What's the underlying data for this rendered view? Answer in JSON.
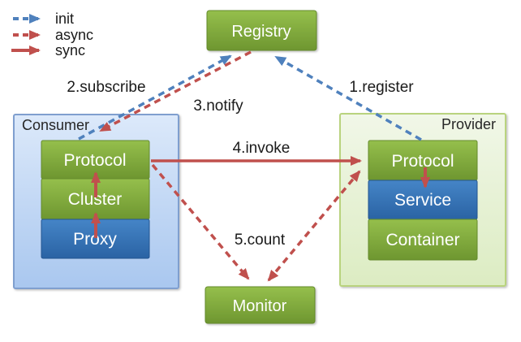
{
  "legend": {
    "init": "init",
    "async": "async",
    "sync": "sync"
  },
  "nodes": {
    "registry": "Registry",
    "monitor": "Monitor",
    "consumer": {
      "label": "Consumer",
      "protocol": "Protocol",
      "cluster": "Cluster",
      "proxy": "Proxy"
    },
    "provider": {
      "label": "Provider",
      "protocol": "Protocol",
      "service": "Service",
      "container": "Container"
    }
  },
  "edges": {
    "register": "1.register",
    "subscribe": "2.subscribe",
    "notify": "3.notify",
    "invoke": "4.invoke",
    "count": "5.count"
  },
  "colors": {
    "init_line": "#4f81bd",
    "async_line": "#c0504d",
    "sync_line": "#c0504d",
    "node_green_top": "#95bf4c",
    "node_green_bottom": "#6e9630",
    "node_blue_top": "#4585c7",
    "node_blue_bottom": "#2a63a4",
    "consumer_fill": "#b9d1f0",
    "consumer_border": "#7f9fcf",
    "provider_fill": "#e7f1d6",
    "provider_border": "#b9d37e",
    "label_text": "#1a1a1a",
    "node_text": "#ffffff"
  }
}
